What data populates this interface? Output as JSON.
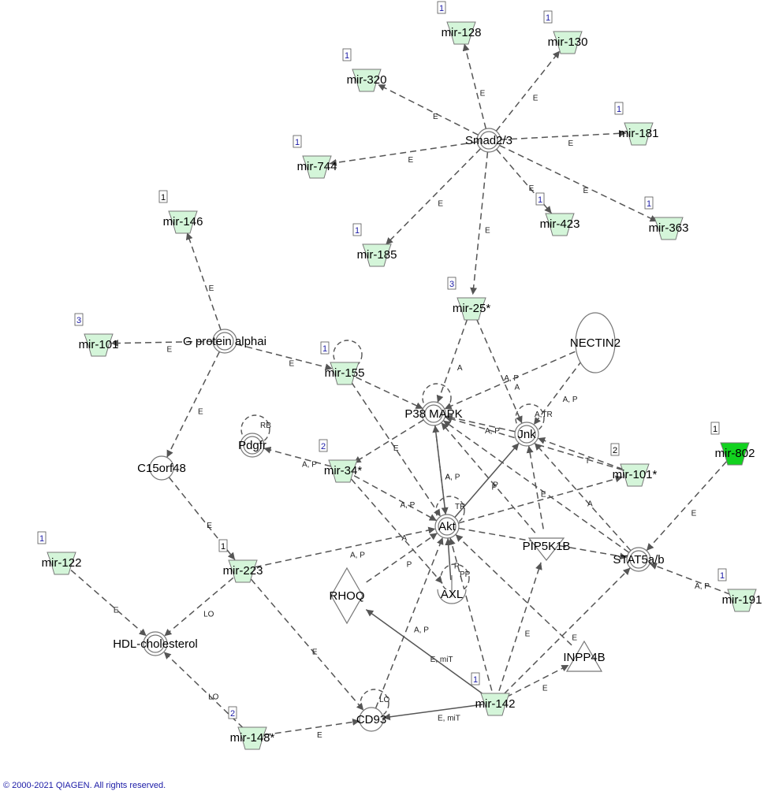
{
  "copyright": "© 2000-2021 QIAGEN. All rights reserved.",
  "colors": {
    "mirna_fill": "#d4f5d9",
    "mirna_highlight_fill": "#12d21f",
    "count_blue": "#1a1aa6",
    "count_black": "#000000",
    "edge": "#555555",
    "node_stroke": "#777777"
  },
  "nodes": [
    {
      "id": "smad",
      "label": "Smad2/3",
      "shape": "complex"
    },
    {
      "id": "mir128",
      "label": "mir-128",
      "shape": "mirna",
      "count": "1",
      "count_color": "blue"
    },
    {
      "id": "mir130",
      "label": "mir-130",
      "shape": "mirna",
      "count": "1",
      "count_color": "blue"
    },
    {
      "id": "mir320",
      "label": "mir-320",
      "shape": "mirna",
      "count": "1",
      "count_color": "blue"
    },
    {
      "id": "mir181",
      "label": "mir-181",
      "shape": "mirna",
      "count": "1",
      "count_color": "blue"
    },
    {
      "id": "mir744",
      "label": "mir-744",
      "shape": "mirna",
      "count": "1",
      "count_color": "blue"
    },
    {
      "id": "mir423",
      "label": "mir-423",
      "shape": "mirna",
      "count": "1",
      "count_color": "blue"
    },
    {
      "id": "mir363",
      "label": "mir-363",
      "shape": "mirna",
      "count": "1",
      "count_color": "blue"
    },
    {
      "id": "mir185",
      "label": "mir-185",
      "shape": "mirna",
      "count": "1",
      "count_color": "blue"
    },
    {
      "id": "mir146",
      "label": "mir-146",
      "shape": "mirna",
      "count": "1",
      "count_color": "black"
    },
    {
      "id": "mir101a",
      "label": "mir-101",
      "shape": "mirna",
      "count": "3",
      "count_color": "blue"
    },
    {
      "id": "gprot",
      "label": "G protein alphai",
      "shape": "complex"
    },
    {
      "id": "mir155",
      "label": "mir-155",
      "shape": "mirna",
      "count": "1",
      "count_color": "blue",
      "selfloop": true
    },
    {
      "id": "mir25",
      "label": "mir-25*",
      "shape": "mirna",
      "count": "3",
      "count_color": "blue"
    },
    {
      "id": "nectin2",
      "label": "NECTIN2",
      "shape": "ellipse"
    },
    {
      "id": "p38",
      "label": "P38 MAPK",
      "shape": "complex",
      "selfloop": true
    },
    {
      "id": "jnk",
      "label": "Jnk",
      "shape": "complex",
      "selfloop": true,
      "loop_label": "A,TR"
    },
    {
      "id": "pdgfr",
      "label": "Pdgfr",
      "shape": "complex",
      "selfloop": true,
      "loop_label": "RB"
    },
    {
      "id": "c15",
      "label": "C15orf48",
      "shape": "circle"
    },
    {
      "id": "mir34",
      "label": "mir-34*",
      "shape": "mirna",
      "count": "2",
      "count_color": "blue"
    },
    {
      "id": "mir101b",
      "label": "mir-101*",
      "shape": "mirna",
      "count": "2",
      "count_color": "black"
    },
    {
      "id": "mir802",
      "label": "mir-802",
      "shape": "mirna",
      "count": "1",
      "count_color": "black",
      "highlight": true
    },
    {
      "id": "akt",
      "label": "Akt",
      "shape": "complex",
      "selfloop": true,
      "loop_label": "TR"
    },
    {
      "id": "mir122",
      "label": "mir-122",
      "shape": "mirna",
      "count": "1",
      "count_color": "blue"
    },
    {
      "id": "mir223",
      "label": "mir-223",
      "shape": "mirna",
      "count": "1",
      "count_color": "black"
    },
    {
      "id": "pip5k1b",
      "label": "PIP5K1B",
      "shape": "triangle"
    },
    {
      "id": "stat5",
      "label": "STAT5a/b",
      "shape": "complex"
    },
    {
      "id": "rhoq",
      "label": "RHOQ",
      "shape": "diamond"
    },
    {
      "id": "axl",
      "label": "AXL",
      "shape": "receptor",
      "selfloop": true,
      "loop_label": "PP"
    },
    {
      "id": "mir191",
      "label": "mir-191",
      "shape": "mirna",
      "count": "1",
      "count_color": "blue"
    },
    {
      "id": "hdl",
      "label": "HDL-cholesterol",
      "shape": "complex"
    },
    {
      "id": "inpp4b",
      "label": "INPP4B",
      "shape": "triangle"
    },
    {
      "id": "mir142",
      "label": "mir-142",
      "shape": "mirna",
      "count": "1",
      "count_color": "blue"
    },
    {
      "id": "cd93",
      "label": "CD93",
      "shape": "circle",
      "selfloop": true,
      "loop_label": "LO"
    },
    {
      "id": "mir148",
      "label": "mir-148*",
      "shape": "mirna",
      "count": "2",
      "count_color": "blue"
    }
  ],
  "edges": [
    {
      "from": "smad",
      "to": "mir128",
      "label": "E",
      "style": "dashed"
    },
    {
      "from": "smad",
      "to": "mir130",
      "label": "E",
      "style": "dashed"
    },
    {
      "from": "smad",
      "to": "mir320",
      "label": "E",
      "style": "dashed"
    },
    {
      "from": "smad",
      "to": "mir181",
      "label": "E",
      "style": "dashed"
    },
    {
      "from": "smad",
      "to": "mir744",
      "label": "E",
      "style": "dashed"
    },
    {
      "from": "smad",
      "to": "mir423",
      "label": "E",
      "style": "dashed"
    },
    {
      "from": "smad",
      "to": "mir363",
      "label": "E",
      "style": "dashed"
    },
    {
      "from": "smad",
      "to": "mir185",
      "label": "E",
      "style": "dashed"
    },
    {
      "from": "smad",
      "to": "mir25",
      "label": "E",
      "style": "dashed"
    },
    {
      "from": "gprot",
      "to": "mir146",
      "label": "E",
      "style": "dashed"
    },
    {
      "from": "gprot",
      "to": "mir101a",
      "label": "E",
      "style": "dashed"
    },
    {
      "from": "gprot",
      "to": "mir155",
      "label": "E",
      "style": "dashed"
    },
    {
      "from": "gprot",
      "to": "c15",
      "label": "E",
      "style": "dashed"
    },
    {
      "from": "mir25",
      "to": "p38",
      "label": "A",
      "style": "dashed"
    },
    {
      "from": "mir25",
      "to": "jnk",
      "label": "A, P",
      "style": "dashed"
    },
    {
      "from": "nectin2",
      "to": "p38",
      "label": "A",
      "style": "dashed"
    },
    {
      "from": "nectin2",
      "to": "jnk",
      "label": "A, P",
      "style": "dashed"
    },
    {
      "from": "mir155",
      "to": "p38",
      "label": "",
      "style": "dashed"
    },
    {
      "from": "mir155",
      "to": "akt",
      "label": "",
      "style": "dashed"
    },
    {
      "from": "p38",
      "to": "mir34",
      "label": "E",
      "style": "dashed"
    },
    {
      "from": "jnk",
      "to": "p38",
      "label": "A, P",
      "style": "dashed"
    },
    {
      "from": "mir101b",
      "to": "jnk",
      "label": "T",
      "style": "dashed"
    },
    {
      "from": "mir101b",
      "to": "p38",
      "label": "",
      "style": "dashed"
    },
    {
      "from": "akt",
      "to": "p38",
      "label": "A, P",
      "style": "solid"
    },
    {
      "from": "akt",
      "to": "jnk",
      "label": "P",
      "style": "solid"
    },
    {
      "from": "mir34",
      "to": "pdgfr",
      "label": "A, P",
      "style": "dashed"
    },
    {
      "from": "mir34",
      "to": "akt",
      "label": "A, P",
      "style": "dashed"
    },
    {
      "from": "mir34",
      "to": "axl",
      "label": "A",
      "style": "dashed"
    },
    {
      "from": "p38",
      "to": "akt",
      "label": "A",
      "style": "dashed"
    },
    {
      "from": "akt",
      "to": "mir101b",
      "label": "",
      "style": "dashed"
    },
    {
      "from": "mir802",
      "to": "stat5",
      "label": "E",
      "style": "dashed",
      "reverse": true
    },
    {
      "from": "stat5",
      "to": "jnk",
      "label": "A",
      "style": "dashed"
    },
    {
      "from": "stat5",
      "to": "p38",
      "label": "",
      "style": "dashed"
    },
    {
      "from": "mir191",
      "to": "stat5",
      "label": "A, P",
      "style": "dashed"
    },
    {
      "from": "pip5k1b",
      "to": "jnk",
      "label": "E",
      "style": "dashed"
    },
    {
      "from": "pip5k1b",
      "to": "p38",
      "label": "P",
      "style": "dashed"
    },
    {
      "from": "akt",
      "to": "stat5",
      "label": "",
      "style": "dashed"
    },
    {
      "from": "c15",
      "to": "mir223",
      "label": "E",
      "style": "dashed",
      "reverse": true
    },
    {
      "from": "mir223",
      "to": "akt",
      "label": "A, P",
      "style": "dashed"
    },
    {
      "from": "mir223",
      "to": "hdl",
      "label": "LO",
      "style": "dashed"
    },
    {
      "from": "mir223",
      "to": "cd93",
      "label": "E",
      "style": "dashed"
    },
    {
      "from": "mir122",
      "to": "hdl",
      "label": "E",
      "style": "dashed"
    },
    {
      "from": "mir148",
      "to": "hdl",
      "label": "LO",
      "style": "dashed"
    },
    {
      "from": "mir148",
      "to": "cd93",
      "label": "E",
      "style": "dashed"
    },
    {
      "from": "rhoq",
      "to": "akt",
      "label": "P",
      "style": "dashed"
    },
    {
      "from": "axl",
      "to": "akt",
      "label": "P",
      "style": "solid"
    },
    {
      "from": "cd93",
      "to": "akt",
      "label": "A, P",
      "style": "dashed"
    },
    {
      "from": "mir142",
      "to": "rhoq",
      "label": "E, miT",
      "style": "solid"
    },
    {
      "from": "mir142",
      "to": "cd93",
      "label": "E, miT",
      "style": "solid"
    },
    {
      "from": "mir142",
      "to": "pip5k1b",
      "label": "E",
      "style": "dashed"
    },
    {
      "from": "mir142",
      "to": "stat5",
      "label": "E",
      "style": "dashed"
    },
    {
      "from": "mir142",
      "to": "inpp4b",
      "label": "E",
      "style": "dashed"
    },
    {
      "from": "inpp4b",
      "to": "akt",
      "label": "",
      "style": "dashed"
    },
    {
      "from": "mir142",
      "to": "akt",
      "label": "",
      "style": "dashed"
    }
  ]
}
